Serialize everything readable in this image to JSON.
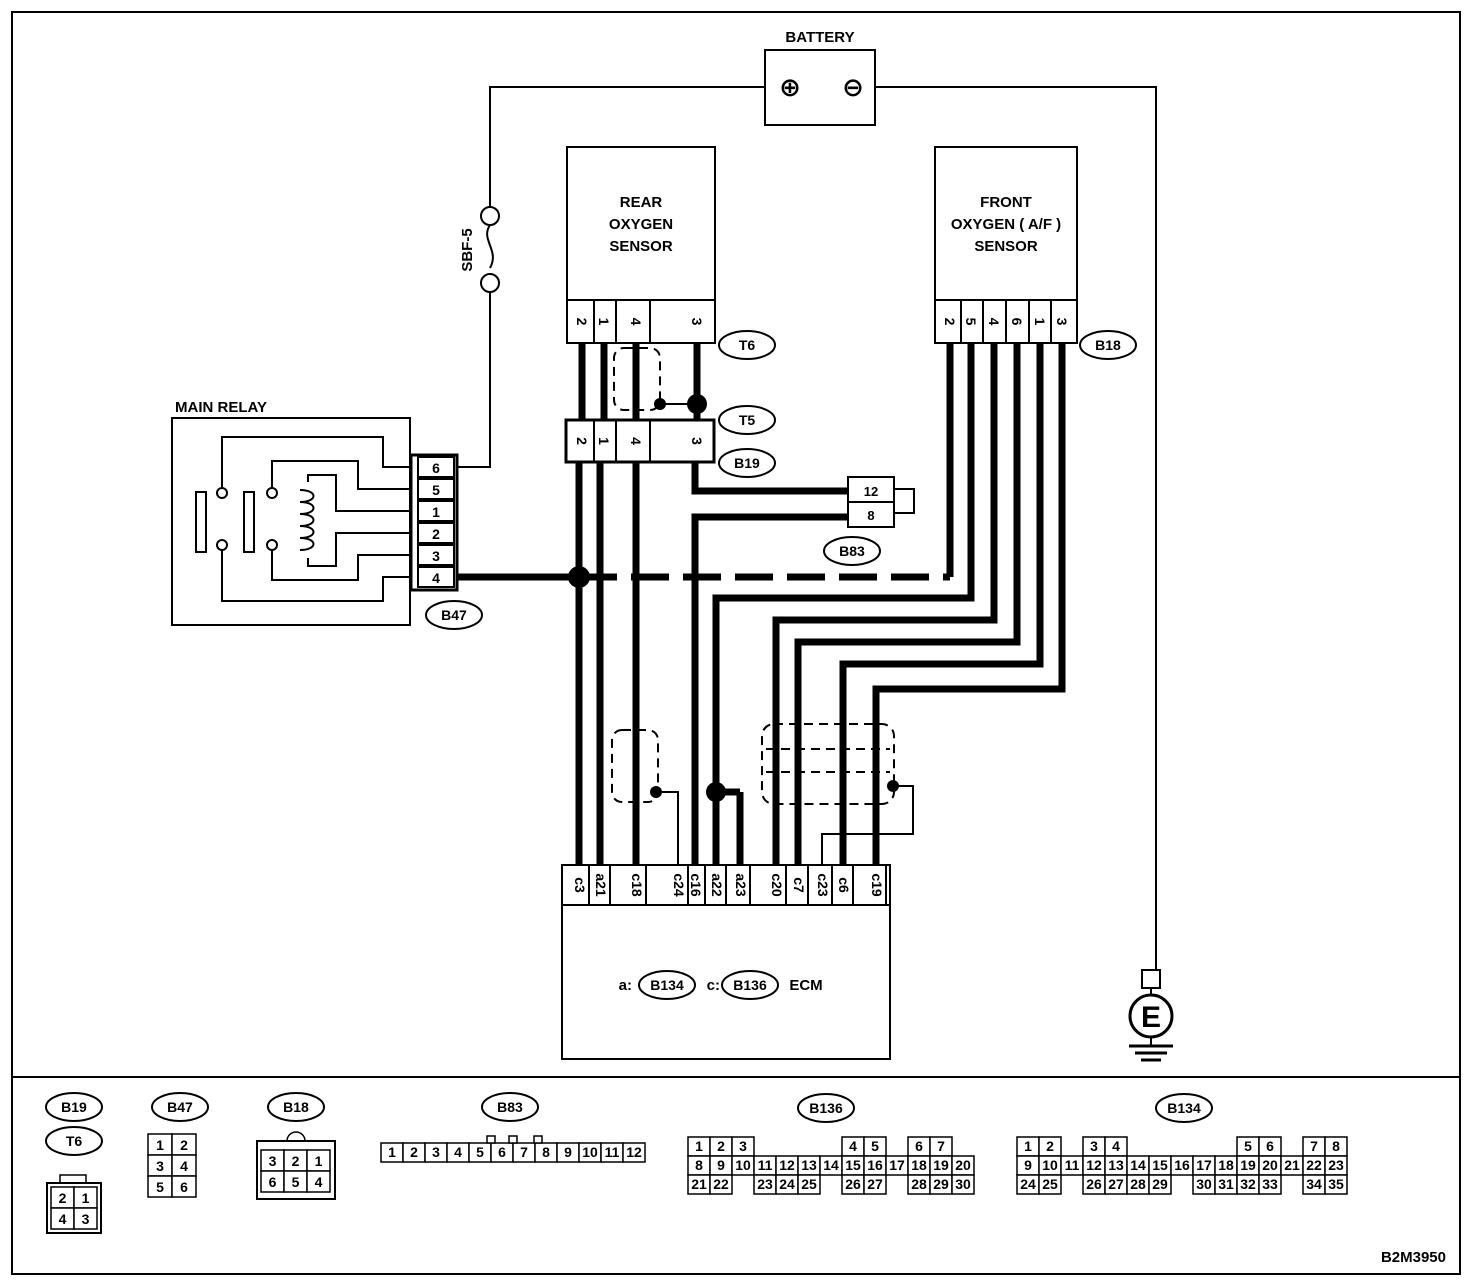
{
  "diagram_code": "B2M3950",
  "components": {
    "battery": {
      "label": "BATTERY",
      "positive": "⊕",
      "negative": "⊖"
    },
    "fuse": {
      "label": "SBF-5"
    },
    "main_relay": {
      "label": "MAIN RELAY",
      "connector": "B47",
      "pins": [
        "6",
        "5",
        "1",
        "2",
        "3",
        "4"
      ]
    },
    "rear_sensor": {
      "line1": "REAR",
      "line2": "OXYGEN",
      "line3": "SENSOR",
      "connector": "T6",
      "pins": [
        "2",
        "1",
        "4",
        "3"
      ]
    },
    "front_sensor": {
      "line1": "FRONT",
      "line2": "OXYGEN ( A/F )",
      "line3": "SENSOR",
      "connector": "B18",
      "pins": [
        "2",
        "5",
        "4",
        "6",
        "1",
        "3"
      ]
    },
    "joint": {
      "connector_t": "T5",
      "connector_b": "B19",
      "pins": [
        "2",
        "1",
        "4",
        "3"
      ]
    },
    "b83": {
      "connector": "B83",
      "pins": [
        "12",
        "8"
      ]
    },
    "ecm": {
      "label": "ECM",
      "prefix_a": "a:",
      "conn_a": "B134",
      "prefix_c": "c:",
      "conn_c": "B136",
      "pins": [
        "c3",
        "a21",
        "c18",
        "c24",
        "c16",
        "a22",
        "a23",
        "c20",
        "c7",
        "c23",
        "c6",
        "c19"
      ]
    },
    "ground": {
      "label": "E"
    }
  },
  "connector_views": {
    "b19_t6": {
      "tag1": "B19",
      "tag2": "T6",
      "rows": [
        [
          "2",
          "1"
        ],
        [
          "4",
          "3"
        ]
      ]
    },
    "b47": {
      "tag": "B47",
      "rows": [
        [
          "1",
          "2"
        ],
        [
          "3",
          "4"
        ],
        [
          "5",
          "6"
        ]
      ]
    },
    "b18": {
      "tag": "B18",
      "rows": [
        [
          "3",
          "2",
          "1"
        ],
        [
          "6",
          "5",
          "4"
        ]
      ]
    },
    "b83": {
      "tag": "B83",
      "cells": [
        "1",
        "2",
        "3",
        "4",
        "5",
        "6",
        "7",
        "8",
        "9",
        "10",
        "11",
        "12"
      ]
    },
    "b136": {
      "tag": "B136",
      "row1": [
        "1",
        "2",
        "3",
        "",
        "",
        "",
        "",
        "4",
        "5",
        "",
        "6",
        "7"
      ],
      "row2": [
        "8",
        "9",
        "10",
        "11",
        "12",
        "13",
        "14",
        "15",
        "16",
        "17",
        "18",
        "19",
        "20"
      ],
      "row3": [
        "21",
        "22",
        "",
        "23",
        "24",
        "25",
        "",
        "26",
        "27",
        "",
        "28",
        "29",
        "30"
      ]
    },
    "b134": {
      "tag": "B134",
      "row1": [
        "1",
        "2",
        "",
        "3",
        "4",
        "",
        "",
        "",
        "",
        "",
        "5",
        "6",
        "",
        "7",
        "8"
      ],
      "row2": [
        "9",
        "10",
        "11",
        "12",
        "13",
        "14",
        "15",
        "16",
        "17",
        "18",
        "19",
        "20",
        "21",
        "22",
        "23"
      ],
      "row3": [
        "24",
        "25",
        "",
        "26",
        "27",
        "28",
        "29",
        "",
        "30",
        "31",
        "32",
        "33",
        "",
        "34",
        "35"
      ]
    }
  }
}
